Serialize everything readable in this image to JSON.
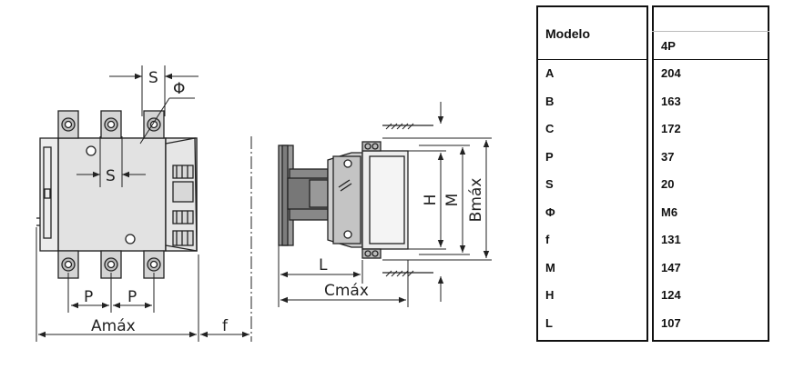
{
  "labels": {
    "S": "S",
    "Phi": "Φ",
    "P": "P",
    "Amax": "Amáx",
    "f": "f",
    "L": "L",
    "Cmax": "Cmáx",
    "H": "H",
    "M": "M",
    "Bmax": "Bmáx"
  },
  "table": {
    "header_model": "Modelo",
    "header_variant": "4P",
    "rows": [
      {
        "key": "A",
        "value": "204"
      },
      {
        "key": "B",
        "value": "163"
      },
      {
        "key": "C",
        "value": "172"
      },
      {
        "key": "P",
        "value": "37"
      },
      {
        "key": "S",
        "value": "20"
      },
      {
        "key": "Φ",
        "value": "M6"
      },
      {
        "key": "f",
        "value": "131"
      },
      {
        "key": "M",
        "value": "147"
      },
      {
        "key": "H",
        "value": "124"
      },
      {
        "key": "L",
        "value": "107"
      }
    ]
  }
}
